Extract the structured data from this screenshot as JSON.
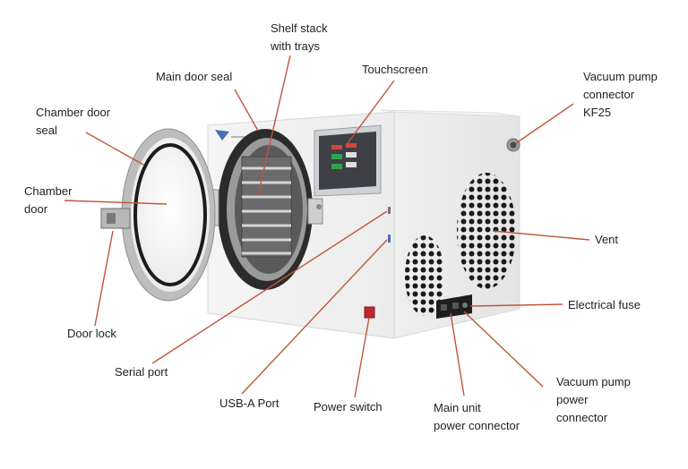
{
  "labels": {
    "shelf_stack": [
      "Shelf stack",
      "with trays"
    ],
    "main_door_seal": [
      "Main door seal"
    ],
    "touchscreen": [
      "Touchscreen"
    ],
    "vacuum_connector": [
      "Vacuum pump",
      "connector",
      "KF25"
    ],
    "chamber_door_seal": [
      "Chamber door",
      "seal"
    ],
    "chamber_door": [
      "Chamber",
      "door"
    ],
    "vent": [
      "Vent"
    ],
    "electrical_fuse": [
      "Electrical fuse"
    ],
    "door_lock": [
      "Door lock"
    ],
    "serial_port": [
      "Serial port"
    ],
    "usb_port": [
      "USB-A Port"
    ],
    "power_switch": [
      "Power switch"
    ],
    "main_power": [
      "Main unit",
      "power connector"
    ],
    "vacuum_power": [
      "Vacuum pump",
      "power",
      "connector"
    ]
  },
  "colors": {
    "leader": "#c0553d",
    "cabinet": "#f2f2f2",
    "chamber_ring": "#2b2b2b",
    "screen": "#3f3f46",
    "switch": "#c1272d"
  },
  "icons": {
    "power_switch": "power-switch-icon",
    "vacuum_connector": "kf25-flange-icon"
  }
}
